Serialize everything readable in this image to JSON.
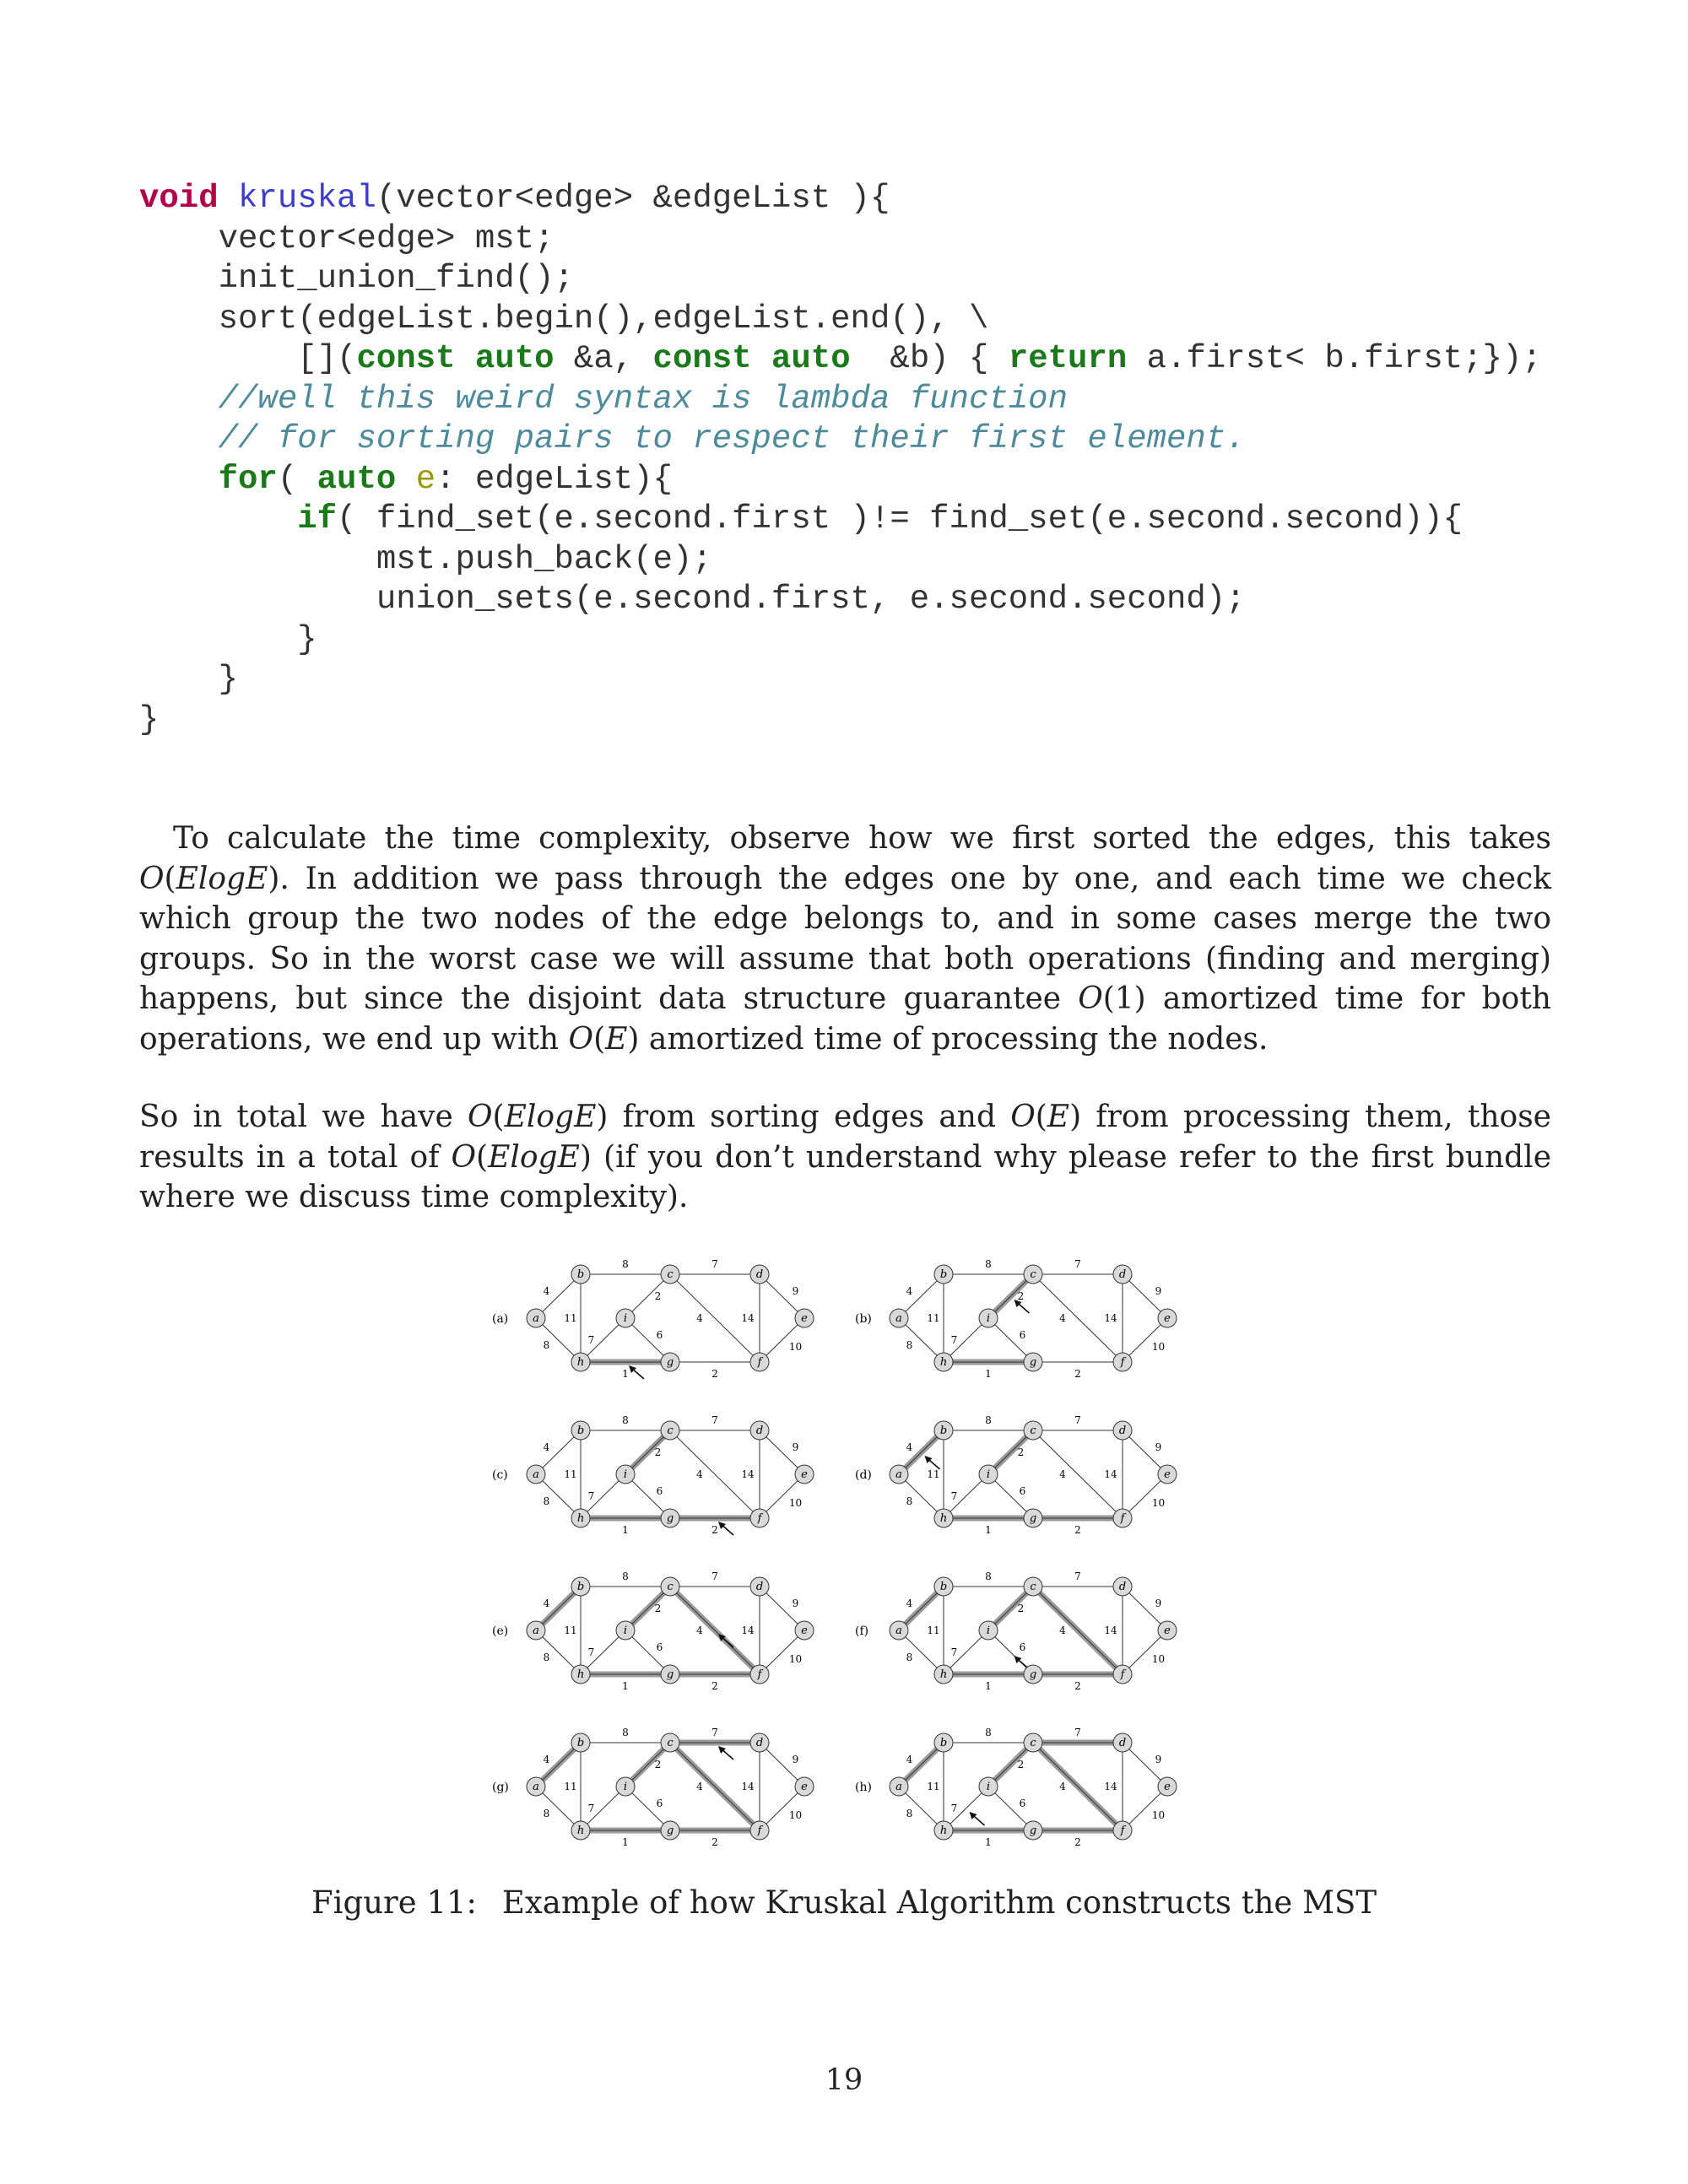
{
  "code": {
    "lines": [
      [
        {
          "t": "void",
          "c": "kw"
        },
        {
          "t": " "
        },
        {
          "t": "kruskal",
          "c": "fn"
        },
        {
          "t": "(vector<edge> &edgeList ){"
        }
      ],
      [
        {
          "t": "    vector<edge> mst;"
        }
      ],
      [
        {
          "t": "    init_union_find();"
        }
      ],
      [
        {
          "t": "    sort(edgeList.begin(),edgeList.end(), \\"
        }
      ],
      [
        {
          "t": "        []("
        },
        {
          "t": "const",
          "c": "ty"
        },
        {
          "t": " "
        },
        {
          "t": "auto",
          "c": "ty"
        },
        {
          "t": " &a, "
        },
        {
          "t": "const",
          "c": "ty"
        },
        {
          "t": " "
        },
        {
          "t": "auto",
          "c": "ty"
        },
        {
          "t": "  &b) { "
        },
        {
          "t": "return",
          "c": "ty"
        },
        {
          "t": " a.first< b.first;});"
        }
      ],
      [
        {
          "t": "    "
        },
        {
          "t": "//well this weird syntax is lambda function",
          "c": "cm"
        }
      ],
      [
        {
          "t": "    "
        },
        {
          "t": "// for sorting pairs to respect their first element.",
          "c": "cm"
        }
      ],
      [
        {
          "t": "    "
        },
        {
          "t": "for",
          "c": "ty"
        },
        {
          "t": "( "
        },
        {
          "t": "auto",
          "c": "ty"
        },
        {
          "t": " "
        },
        {
          "t": "e",
          "c": "ev"
        },
        {
          "t": ": edgeList){"
        }
      ],
      [
        {
          "t": "        "
        },
        {
          "t": "if",
          "c": "ty"
        },
        {
          "t": "( find_set(e.second.first )!= find_set(e.second.second)){"
        }
      ],
      [
        {
          "t": "            mst.push_back(e);"
        }
      ],
      [
        {
          "t": "            union_sets(e.second.first, e.second.second);"
        }
      ],
      [
        {
          "t": "        }"
        }
      ],
      [
        {
          "t": "    }"
        }
      ],
      [
        {
          "t": "}"
        }
      ]
    ]
  },
  "paragraphs": {
    "p1": [
      {
        "t": "To calculate the time complexity, observe how we first sorted the edges, this takes "
      },
      {
        "t": "O",
        "i": 1
      },
      {
        "t": "("
      },
      {
        "t": "ElogE",
        "i": 1
      },
      {
        "t": "). In addition we pass through the edges one by one, and each time we check which group the two nodes of the edge belongs to, and in some cases merge the two groups. So in the worst case we will assume that both operations (finding and merging) happens, but since the disjoint data structure guarantee "
      },
      {
        "t": "O",
        "i": 1
      },
      {
        "t": "(1) amortized time for both operations, we end up with "
      },
      {
        "t": "O",
        "i": 1
      },
      {
        "t": "("
      },
      {
        "t": "E",
        "i": 1
      },
      {
        "t": ") amortized time of processing the nodes."
      }
    ],
    "p2": [
      {
        "t": "So in total we have "
      },
      {
        "t": "O",
        "i": 1
      },
      {
        "t": "("
      },
      {
        "t": "ElogE",
        "i": 1
      },
      {
        "t": ") from sorting edges and "
      },
      {
        "t": "O",
        "i": 1
      },
      {
        "t": "("
      },
      {
        "t": "E",
        "i": 1
      },
      {
        "t": ") from processing them, those results in a total of "
      },
      {
        "t": "O",
        "i": 1
      },
      {
        "t": "("
      },
      {
        "t": "ElogE",
        "i": 1
      },
      {
        "t": ") (if you don’t understand why please refer to the first bundle where we discuss time complexity)."
      }
    ]
  },
  "figure": {
    "nodes": [
      {
        "id": "a",
        "x": 0,
        "y": 1
      },
      {
        "id": "b",
        "x": 1,
        "y": 0
      },
      {
        "id": "c",
        "x": 3,
        "y": 0
      },
      {
        "id": "d",
        "x": 5,
        "y": 0
      },
      {
        "id": "e",
        "x": 6,
        "y": 1
      },
      {
        "id": "f",
        "x": 5,
        "y": 2
      },
      {
        "id": "g",
        "x": 3,
        "y": 2
      },
      {
        "id": "h",
        "x": 1,
        "y": 2
      },
      {
        "id": "i",
        "x": 2,
        "y": 1
      }
    ],
    "edges": [
      {
        "u": "a",
        "v": "b",
        "w": "4"
      },
      {
        "u": "a",
        "v": "h",
        "w": "8"
      },
      {
        "u": "b",
        "v": "c",
        "w": "8"
      },
      {
        "u": "b",
        "v": "h",
        "w": "11"
      },
      {
        "u": "c",
        "v": "d",
        "w": "7"
      },
      {
        "u": "c",
        "v": "i",
        "w": "2"
      },
      {
        "u": "c",
        "v": "f",
        "w": "4"
      },
      {
        "u": "d",
        "v": "e",
        "w": "9"
      },
      {
        "u": "d",
        "v": "f",
        "w": "14"
      },
      {
        "u": "e",
        "v": "f",
        "w": "10"
      },
      {
        "u": "f",
        "v": "g",
        "w": "2"
      },
      {
        "u": "g",
        "v": "h",
        "w": "1"
      },
      {
        "u": "g",
        "v": "i",
        "w": "6"
      },
      {
        "u": "h",
        "v": "i",
        "w": "7"
      }
    ],
    "panels": [
      {
        "label": "(a)",
        "mst": [
          "g-h"
        ],
        "arrow": "g-h"
      },
      {
        "label": "(b)",
        "mst": [
          "g-h",
          "c-i"
        ],
        "arrow": "c-i"
      },
      {
        "label": "(c)",
        "mst": [
          "g-h",
          "c-i",
          "f-g"
        ],
        "arrow": "f-g"
      },
      {
        "label": "(d)",
        "mst": [
          "g-h",
          "c-i",
          "f-g",
          "a-b"
        ],
        "arrow": "a-b"
      },
      {
        "label": "(e)",
        "mst": [
          "g-h",
          "c-i",
          "f-g",
          "a-b",
          "c-f"
        ],
        "arrow": "c-f"
      },
      {
        "label": "(f)",
        "mst": [
          "g-h",
          "c-i",
          "f-g",
          "a-b",
          "c-f"
        ],
        "arrow": "g-i"
      },
      {
        "label": "(g)",
        "mst": [
          "g-h",
          "c-i",
          "f-g",
          "a-b",
          "c-f",
          "c-d"
        ],
        "arrow": "c-d"
      },
      {
        "label": "(h)",
        "mst": [
          "g-h",
          "c-i",
          "f-g",
          "a-b",
          "c-f",
          "c-d"
        ],
        "arrow": "h-i"
      }
    ]
  },
  "caption": {
    "label": "Figure 11:",
    "text": "Example of how Kruskal Algorithm constructs the MST"
  },
  "page_number": "19"
}
